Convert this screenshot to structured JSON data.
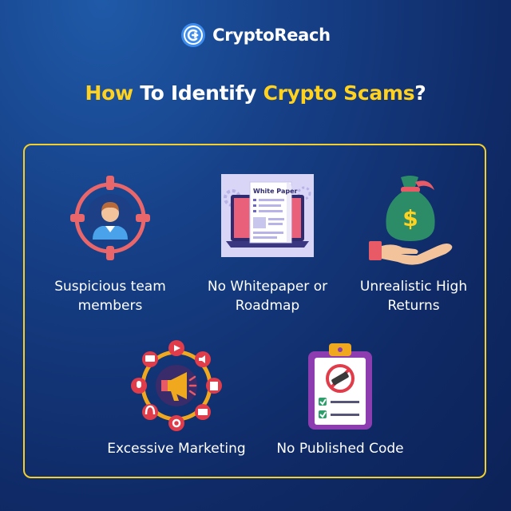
{
  "brand": {
    "name": "CryptoReach",
    "logo_icon": "cryptoreach-logo-icon"
  },
  "headline": {
    "part1": "How",
    "part2": "To Identify",
    "part3": "Crypto Scams",
    "part4": "?"
  },
  "colors": {
    "accent_yellow": "#ffd21f",
    "background": "#123a7e",
    "panel_border": "#f2cf2c"
  },
  "items": [
    {
      "label": "Suspicious team\nmembers",
      "icon": "target-person-icon"
    },
    {
      "label": "No Whitepaper or\nRoadmap",
      "icon": "whitepaper-laptop-icon",
      "icon_text": "White Paper"
    },
    {
      "label": "Unrealistic High\nReturns",
      "icon": "money-bag-hand-icon"
    },
    {
      "label": "Excessive Marketing",
      "icon": "megaphone-network-icon"
    },
    {
      "label": "No Published Code",
      "icon": "clipboard-no-code-icon"
    }
  ]
}
